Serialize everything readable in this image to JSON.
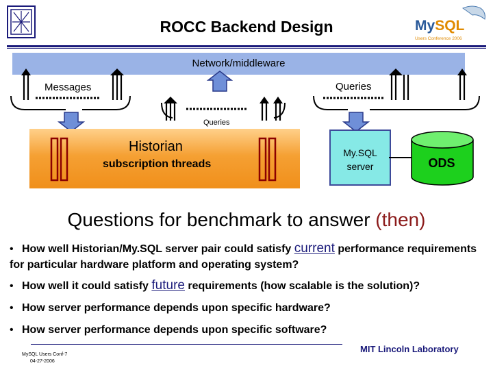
{
  "slide": {
    "title": "ROCC Backend Design"
  },
  "diagram": {
    "network_label": "Network/middleware",
    "messages_label": "Messages",
    "queries_top_label": "Queries",
    "queries_mid_label": "Queries",
    "historian_label": "Historian",
    "subscription_label": "subscription threads",
    "mysql_server_line1": "My.SQL",
    "mysql_server_line2": "server",
    "ods_label": "ODS"
  },
  "questions": {
    "heading": "Questions for benchmark to answer",
    "heading_suffix": "(then)",
    "bullets": [
      {
        "pre": "How well Historian/My.SQL server pair could satisfy ",
        "highlight": "current",
        "post": " performance requirements for particular hardware platform and operating system?"
      },
      {
        "pre": "How well it could satisfy ",
        "highlight": "future",
        "post": " requirements (how scalable is the solution)?"
      },
      {
        "pre": "How server performance depends upon specific hardware?",
        "highlight": "",
        "post": ""
      },
      {
        "pre": "How server performance depends upon specific software?",
        "highlight": "",
        "post": ""
      }
    ],
    "bullet_symbol": "•"
  },
  "footer": {
    "left_line1": "MySQL Users Conf-7",
    "left_line2": "04-27-2006",
    "right": "MIT Lincoln Laboratory"
  },
  "logo": {
    "brand": "MySQL",
    "tagline": "Users Conference 2006"
  },
  "colors": {
    "network_bar": "#9ab3e6",
    "historian": "#f5a033",
    "mysql_server": "#86e9e6",
    "ods": "#1dd01d",
    "arrows": "#6f8fd8",
    "title_rule": "#1a1a7a"
  }
}
